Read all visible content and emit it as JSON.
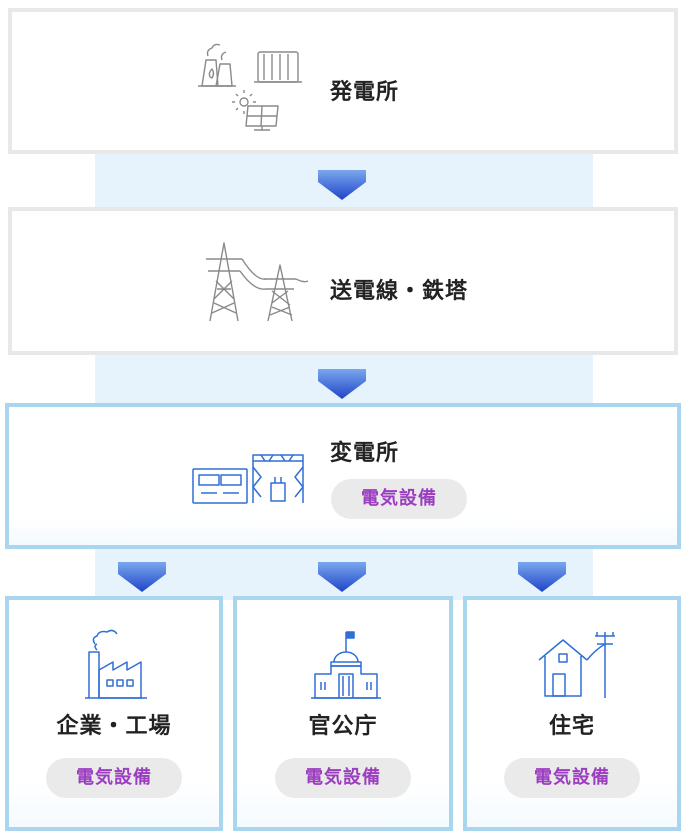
{
  "nodes": {
    "plant": {
      "title": "発電所"
    },
    "lines": {
      "title": "送電線・鉄塔"
    },
    "substation": {
      "title": "変電所",
      "badge": "電気設備"
    },
    "factory": {
      "title": "企業・工場",
      "badge": "電気設備"
    },
    "government": {
      "title": "官公庁",
      "badge": "電気設備"
    },
    "home": {
      "title": "住宅",
      "badge": "電気設備"
    }
  },
  "colors": {
    "arrow_top": "#7aa7ee",
    "arrow_bottom": "#1f44c8",
    "badge_text": "#9b3ec0",
    "blue_border": "#a9d6ef",
    "band": "#e6f2fc"
  },
  "icons": [
    "power-plant-icon",
    "transmission-tower-icon",
    "substation-icon",
    "factory-icon",
    "government-building-icon",
    "house-icon"
  ]
}
